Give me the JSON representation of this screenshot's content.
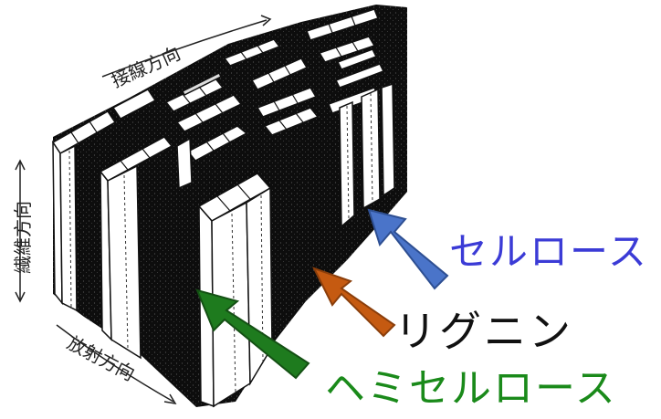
{
  "diagram": {
    "axis_tangential": "接線方向",
    "axis_fiber": "繊維方向",
    "axis_radial": "放射方向"
  },
  "labels": {
    "cellulose": "セルロース",
    "lignin": "リグニン",
    "hemicellulose": "ヘミセルロース"
  },
  "colors": {
    "cellulose": "#3b3bd6",
    "cellulose_arrow": "#4a74c9",
    "lignin": "#111111",
    "lignin_arrow": "#c55a11",
    "hemicellulose": "#1a8a1a",
    "hemicellulose_arrow": "#1e7b1e"
  }
}
